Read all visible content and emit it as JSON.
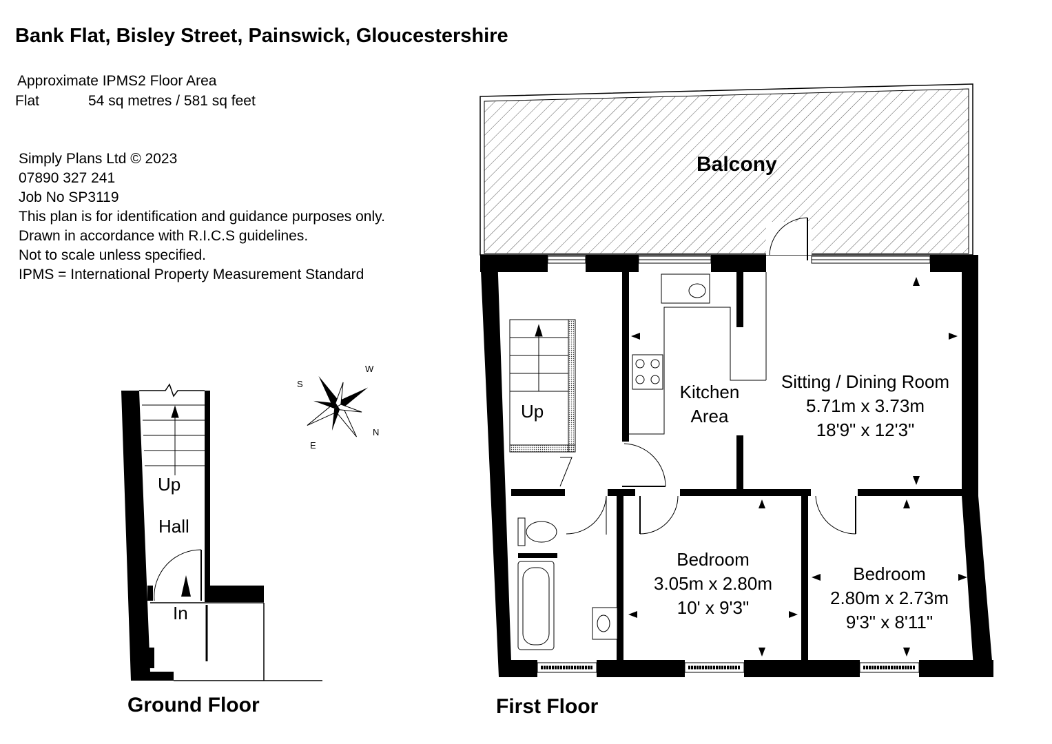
{
  "title": "Bank Flat, Bisley Street, Painswick, Gloucestershire",
  "area": {
    "heading": "Approximate IPMS2 Floor Area",
    "rows": [
      {
        "label": "Flat",
        "value": "54 sq metres / 581 sq feet"
      }
    ]
  },
  "credits": [
    "Simply Plans Ltd © 2023",
    "07890 327 241",
    "Job No SP3119",
    "This plan is for identification and guidance purposes only.",
    "Drawn in accordance with R.I.C.S guidelines.",
    "Not to scale unless specified.",
    "IPMS = International Property Measurement Standard"
  ],
  "floors": {
    "ground": {
      "label": "Ground Floor",
      "stairs_label": "Up",
      "hall_label": "Hall",
      "entrance_label": "In"
    },
    "first": {
      "label": "First Floor",
      "stairs_label": "Up",
      "balcony": "Balcony",
      "kitchen": [
        "Kitchen",
        "Area"
      ],
      "sitting": {
        "name": "Sitting / Dining Room",
        "metric": "5.71m x 3.73m",
        "imperial": "18'9\" x 12'3\""
      },
      "bedroom1": {
        "name": "Bedroom",
        "metric": "3.05m x 2.80m",
        "imperial": "10' x 9'3\""
      },
      "bedroom2": {
        "name": "Bedroom",
        "metric": "2.80m x 2.73m",
        "imperial": "9'3\" x 8'11\""
      }
    }
  },
  "compass": {
    "n": "N",
    "s": "S",
    "e": "E",
    "w": "W"
  },
  "colors": {
    "wall": "#000000",
    "hatch": "#555555",
    "background": "#ffffff"
  }
}
